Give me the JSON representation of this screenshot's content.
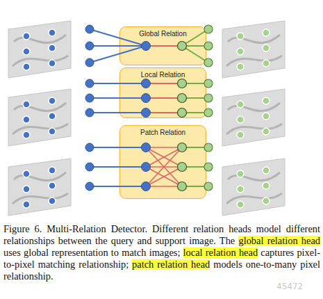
{
  "diagram": {
    "caption": "Figure 6. Multi-Relation Detector. Different relation heads model different relationships between the query and support image. The global relation head uses global representation to match images; local relation head captures pixel-to-pixel matching relationship; patch relation head models one-to-many pixel relationship.",
    "nodes": [
      {
        "text": [
          "Global Relation"
        ]
      },
      {
        "text": [
          "Local Relation"
        ]
      },
      {
        "text": [
          "Patch Relation"
        ]
      }
    ],
    "labels": [
      "45472"
    ]
  }
}
